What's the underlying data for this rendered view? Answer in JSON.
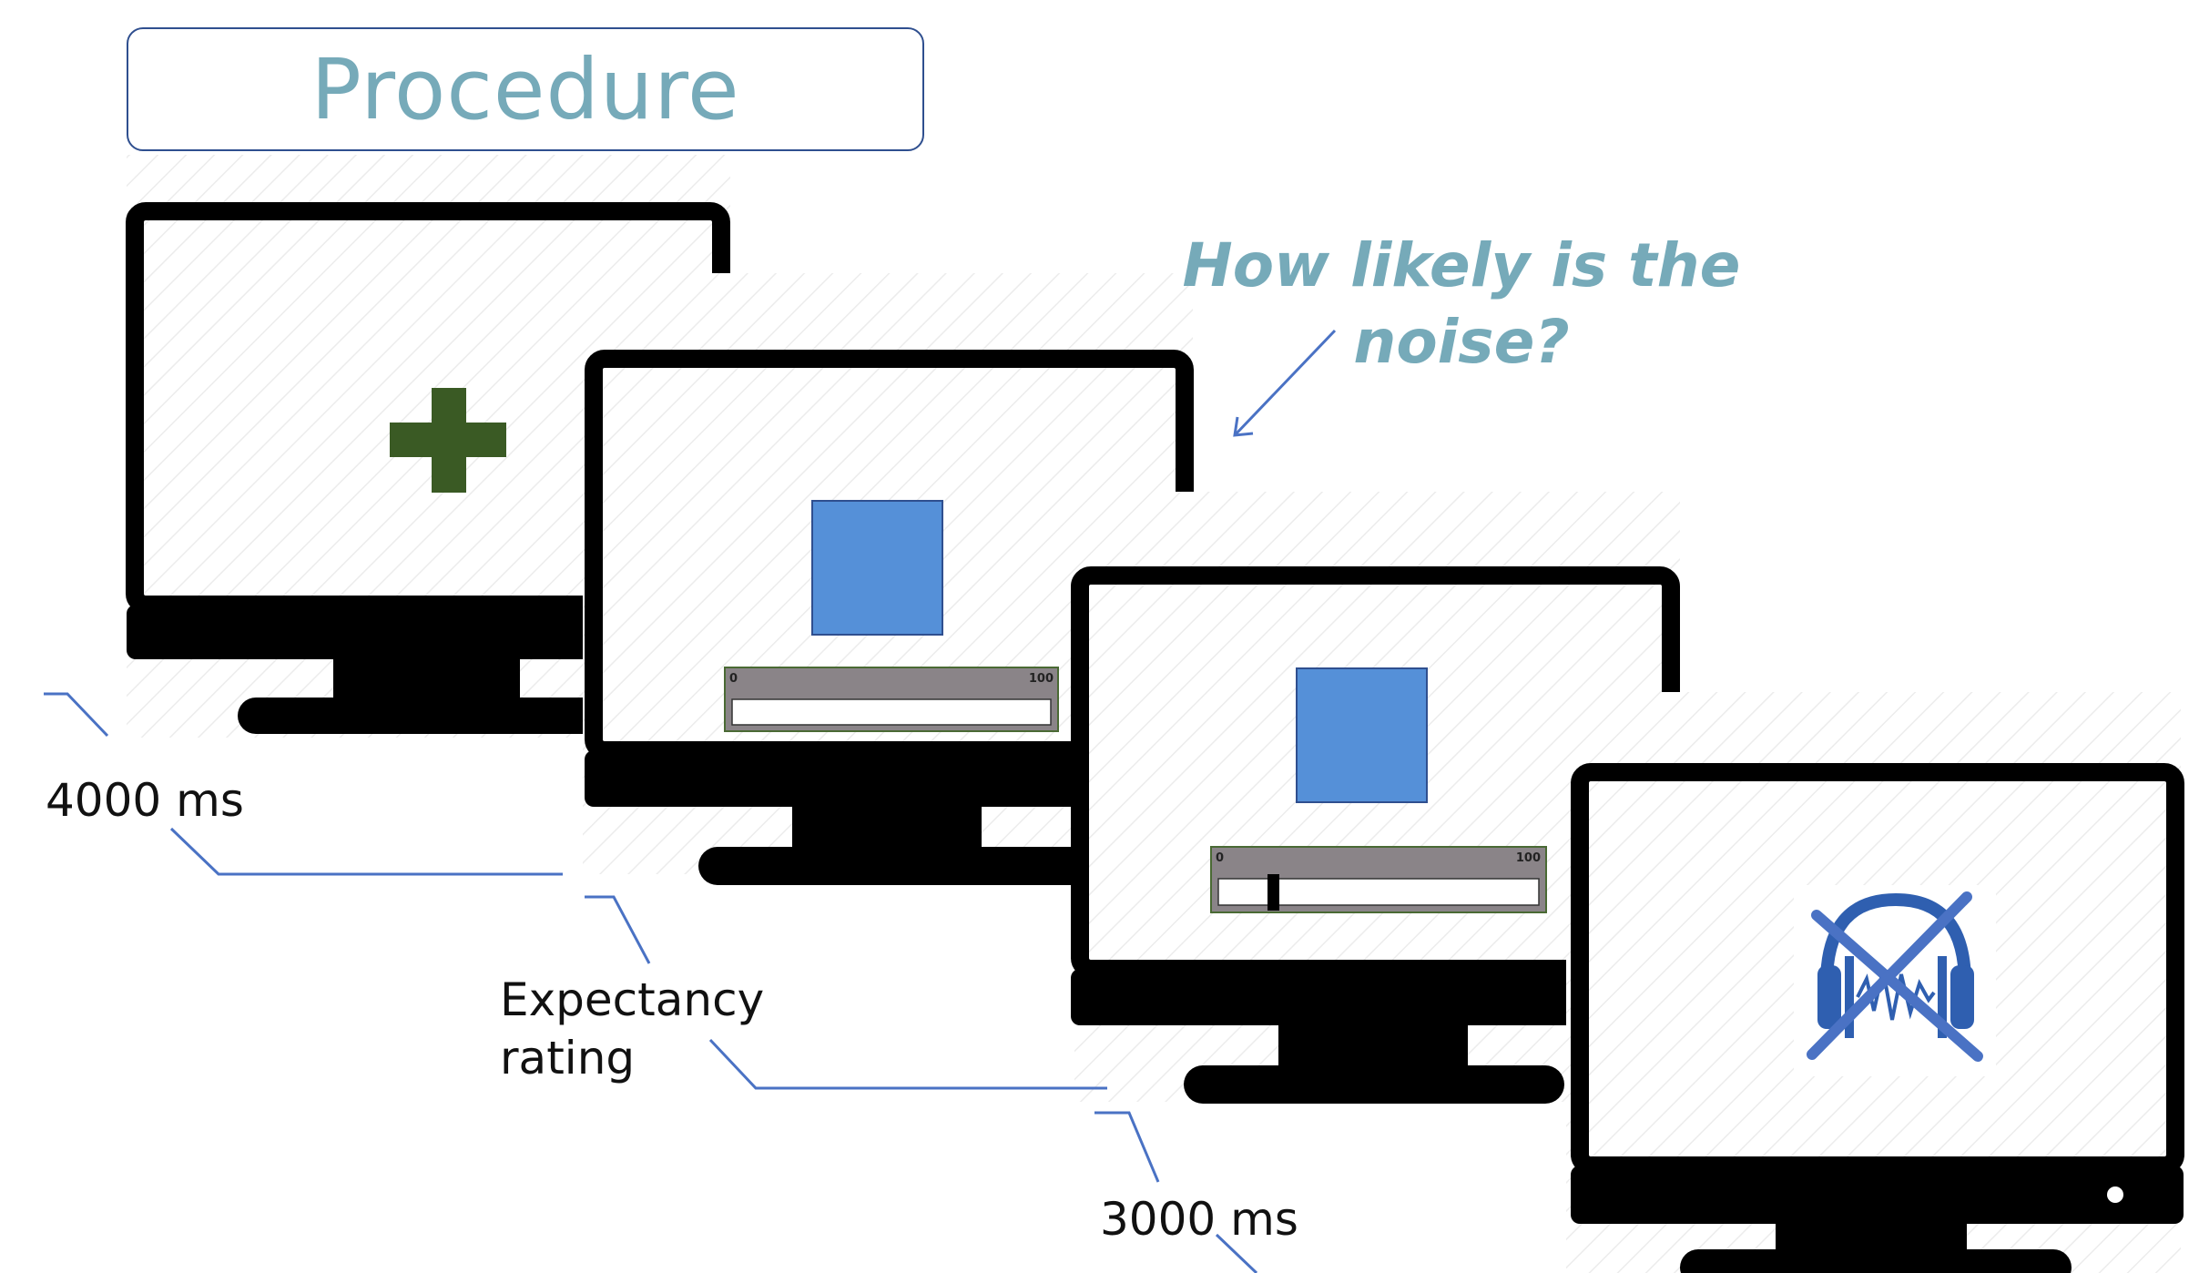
{
  "title": "Procedure",
  "question": {
    "line1": "How likely is the",
    "line2": "noise?"
  },
  "screens": [
    {
      "content": "fixation-cross"
    },
    {
      "content": "cue-with-rating-scale",
      "scale_min": "0",
      "scale_max": "100"
    },
    {
      "content": "cue-with-rating-response",
      "scale_min": "0",
      "scale_max": "100"
    },
    {
      "content": "no-noise-headphones"
    }
  ],
  "timings": {
    "fixation": "4000 ms",
    "rating_line1": "Expectancy",
    "rating_line2": "rating",
    "cue": "3000 ms"
  },
  "colors": {
    "title": "#76aab9",
    "border": "#2f4f8f",
    "cross": "#3a5a24",
    "cue_square": "#5590d8",
    "headphones": "#2f5fb0",
    "arrow": "#4a72c4"
  }
}
